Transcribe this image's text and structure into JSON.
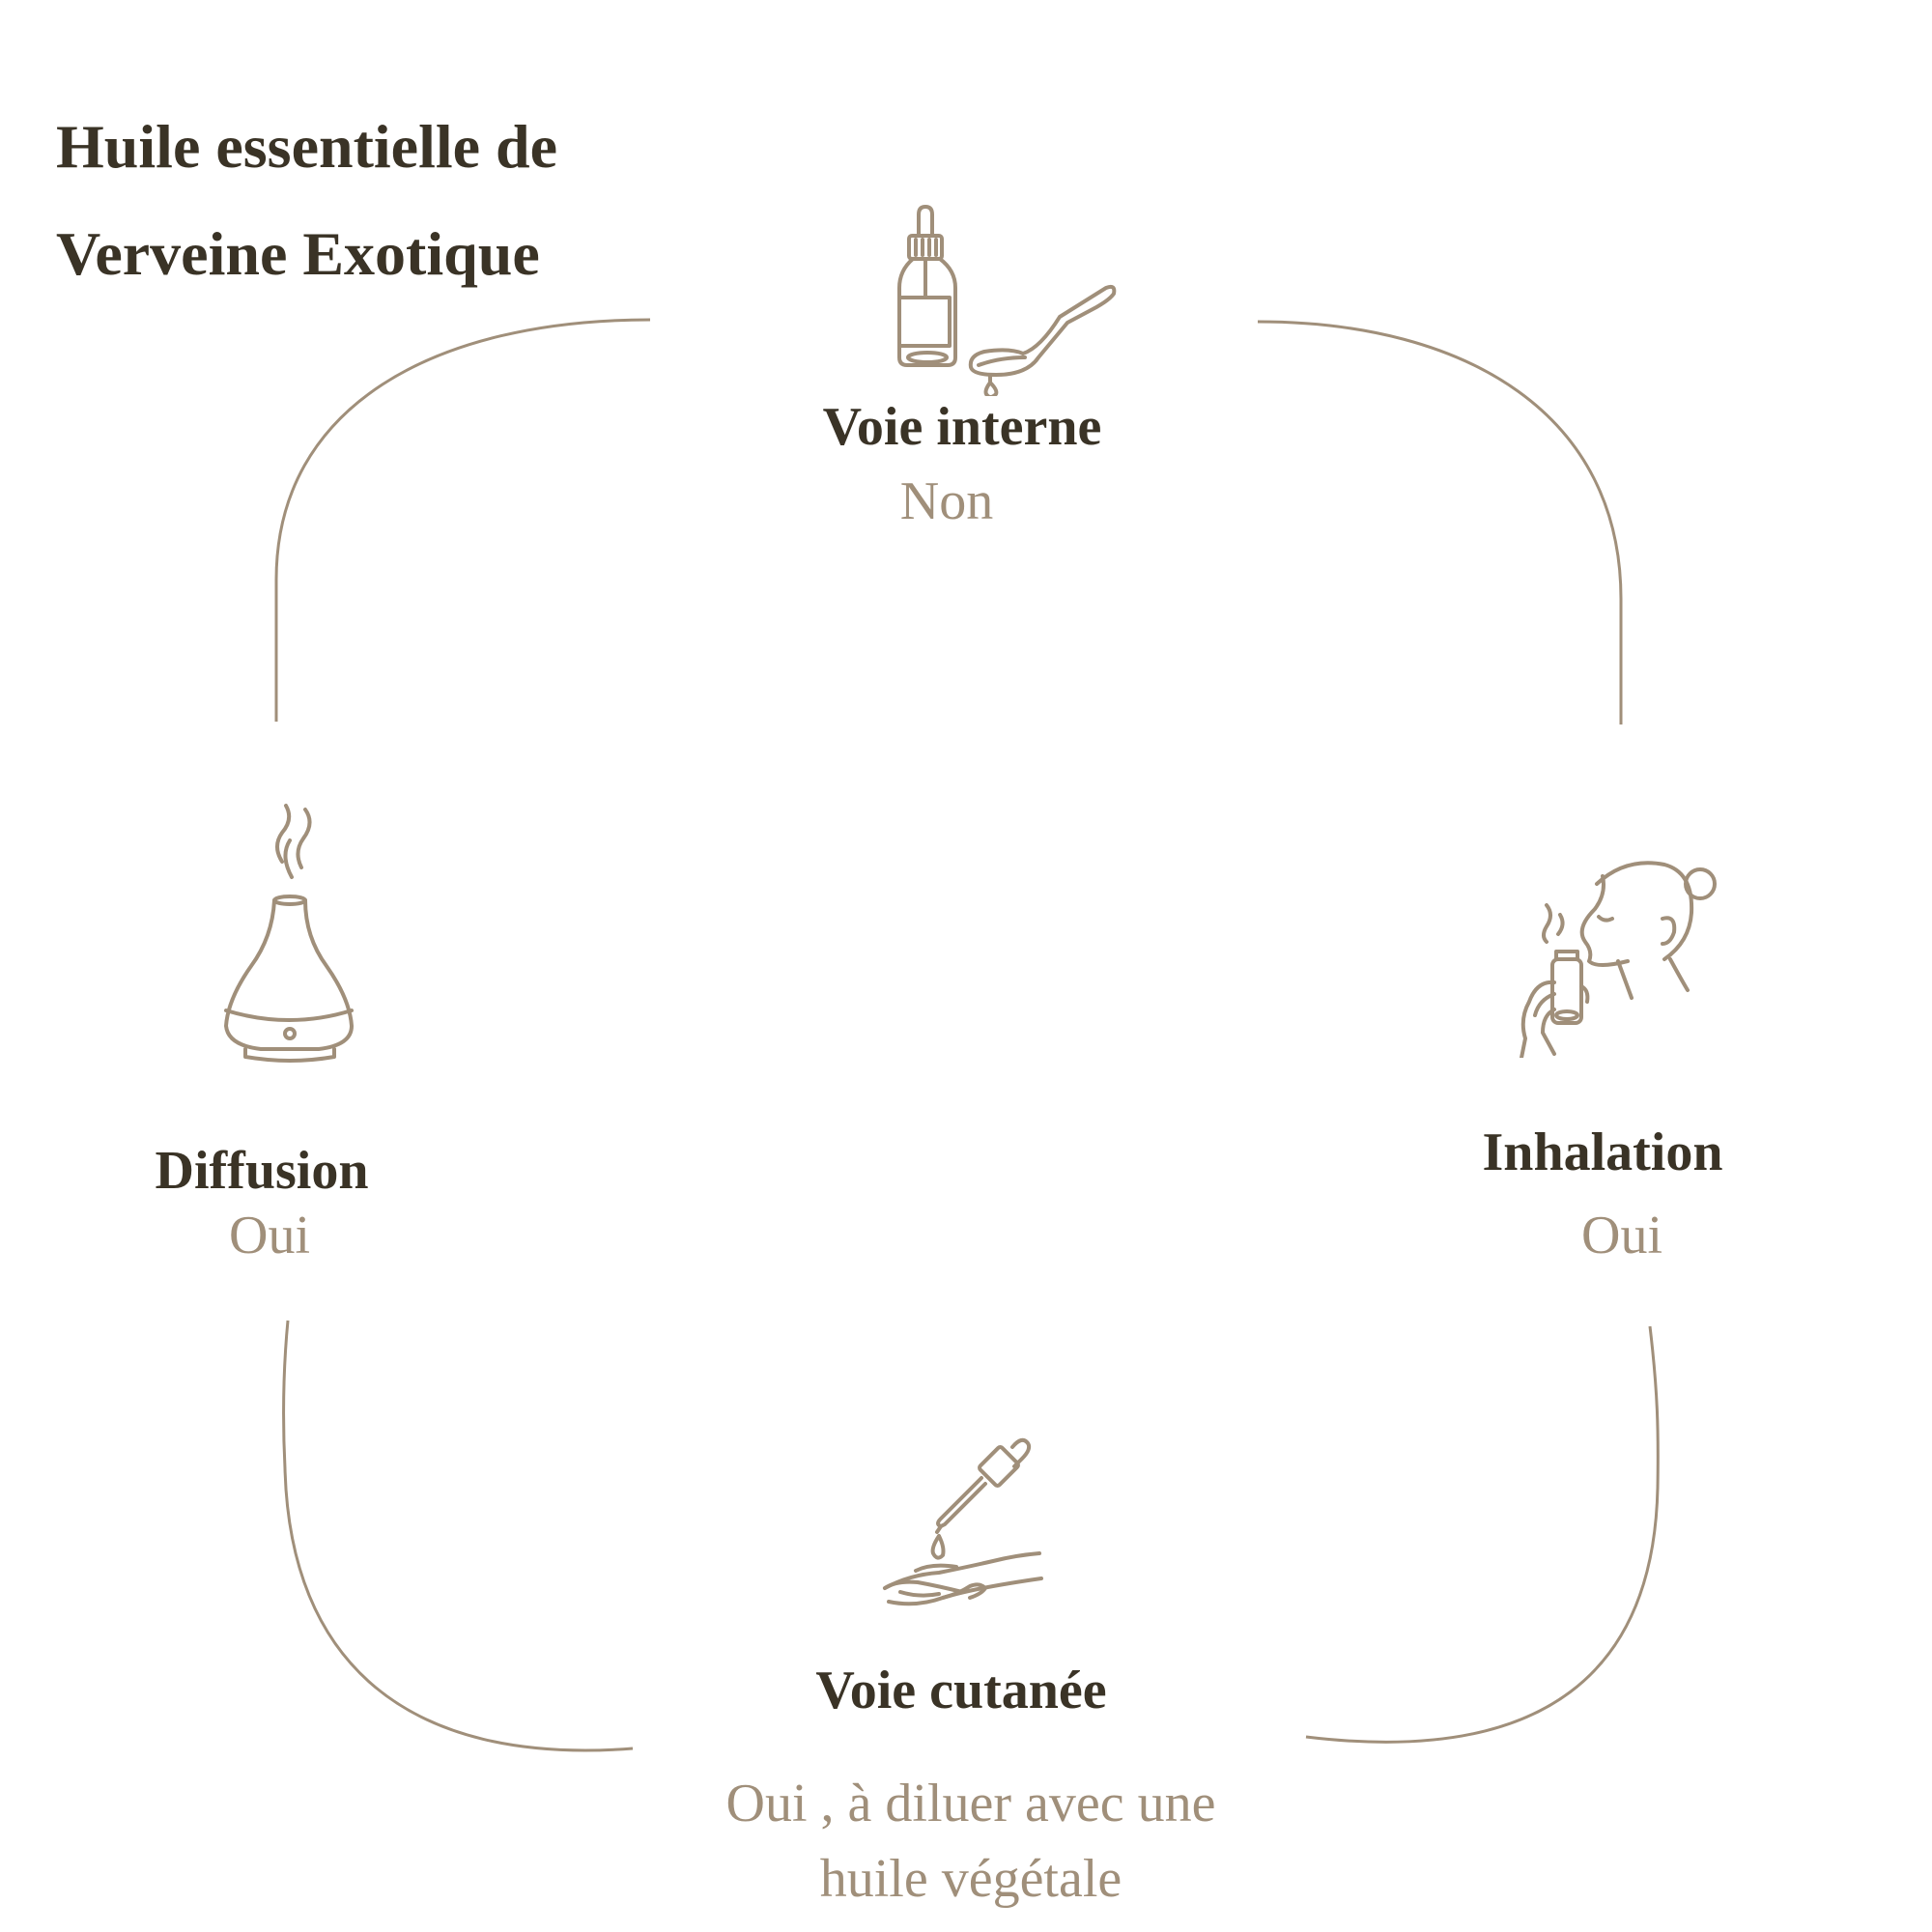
{
  "title": {
    "line1": "Huile essentielle de",
    "line2": "Verveine Exotique"
  },
  "colors": {
    "text_dark": "#3a3326",
    "text_muted": "#a08f7a",
    "line": "#a08f7a",
    "background": "#ffffff"
  },
  "usages": [
    {
      "id": "voie-interne",
      "label": "Voie interne",
      "value": "Non",
      "icon": "dropper-bottle-and-spoon-icon"
    },
    {
      "id": "inhalation",
      "label": "Inhalation",
      "value": "Oui",
      "icon": "woman-smelling-bottle-icon"
    },
    {
      "id": "voie-cutanee",
      "label": "Voie cutanée",
      "value": "Oui , à diluer avec une huile végétale",
      "icon": "dropper-over-hand-icon"
    },
    {
      "id": "diffusion",
      "label": "Diffusion",
      "value": "Oui",
      "icon": "diffuser-icon"
    }
  ]
}
